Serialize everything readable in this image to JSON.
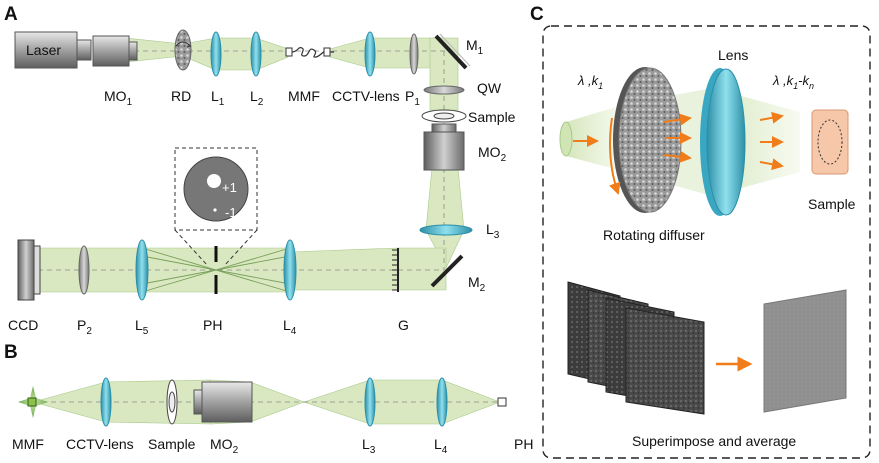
{
  "panels": {
    "a": "A",
    "b": "B",
    "c": "C"
  },
  "panel_a": {
    "laser": "Laser",
    "mo1": "MO",
    "mo1_sub": "1",
    "rd": "RD",
    "l1": "L",
    "l1_sub": "1",
    "l2": "L",
    "l2_sub": "2",
    "mmf": "MMF",
    "cctv": "CCTV-lens",
    "p1": "P",
    "p1_sub": "1",
    "m1": "M",
    "m1_sub": "1",
    "qw": "QW",
    "sample": "Sample",
    "mo2": "MO",
    "mo2_sub": "2",
    "l3": "L",
    "l3_sub": "3",
    "m2": "M",
    "m2_sub": "2",
    "g": "G",
    "l4": "L",
    "l4_sub": "4",
    "ph": "PH",
    "l5": "L",
    "l5_sub": "5",
    "p2": "P",
    "p2_sub": "2",
    "ccd": "CCD",
    "order_plus": "+1",
    "order_minus": "-1"
  },
  "panel_b": {
    "mmf": "MMF",
    "cctv": "CCTV-lens",
    "sample": "Sample",
    "mo2": "MO",
    "mo2_sub": "2",
    "l3": "L",
    "l3_sub": "3",
    "l4": "L",
    "l4_sub": "4",
    "ph": "PH"
  },
  "panel_c": {
    "lens": "Lens",
    "lambda_k1": "λ ,k",
    "lambda_k1_sub": "1",
    "lambda_kn": "λ ,k",
    "lambda_kn_sub1": "1",
    "lambda_kn_mid": "-k",
    "lambda_kn_sub2": "n",
    "rotating_diffuser": "Rotating diffuser",
    "sample": "Sample",
    "superimpose": "Superimpose and average"
  },
  "colors": {
    "beam": "#d9e8c0",
    "beam_edge": "#9bbf6a",
    "lens": "#5bc3d6",
    "lens_edge": "#2a8fa8",
    "arrow": "#f07d1a",
    "sample_c": "#f6c7a8"
  },
  "icons": [
    "gear-icon",
    "lens-icon",
    "mirror-icon",
    "polarizer-icon",
    "objective-icon",
    "camera-icon",
    "pinhole-icon",
    "arrow-icon",
    "grating-icon",
    "fiber-icon"
  ]
}
